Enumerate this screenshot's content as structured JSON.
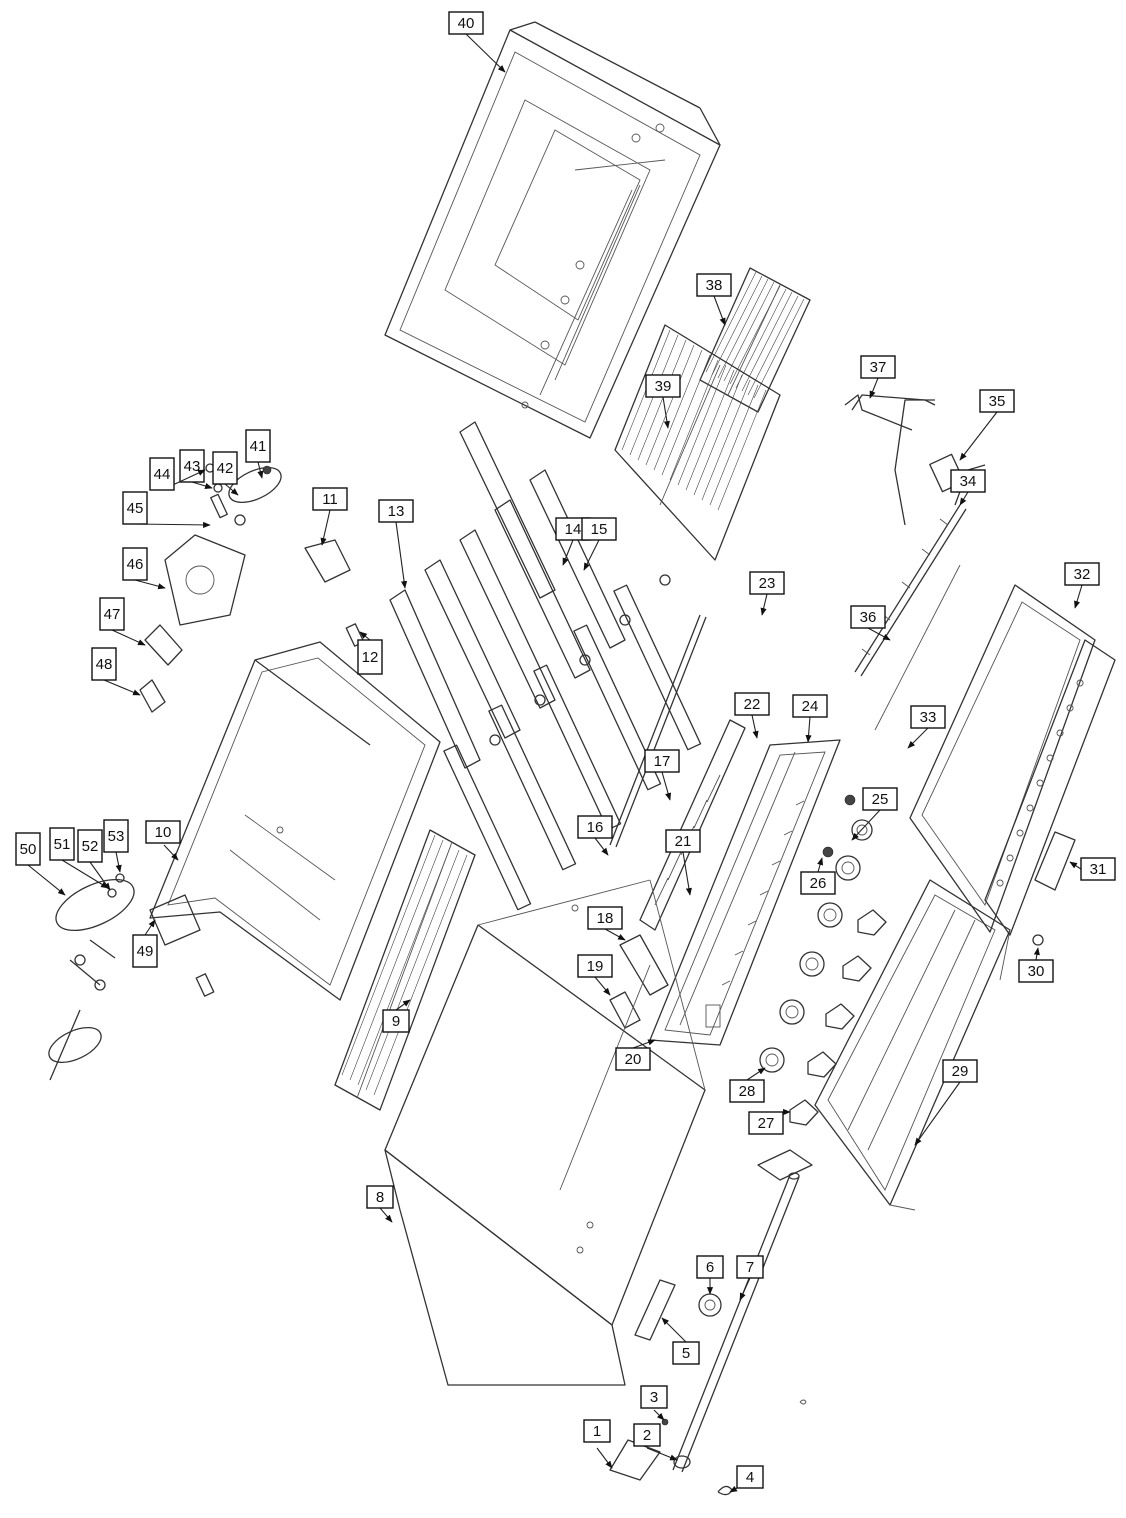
{
  "callouts": [
    "1",
    "2",
    "3",
    "4",
    "5",
    "6",
    "7",
    "8",
    "9",
    "10",
    "11",
    "12",
    "13",
    "14",
    "15",
    "16",
    "17",
    "18",
    "19",
    "20",
    "21",
    "22",
    "23",
    "24",
    "25",
    "26",
    "27",
    "28",
    "29",
    "30",
    "31",
    "32",
    "33",
    "34",
    "35",
    "36",
    "37",
    "38",
    "39",
    "40",
    "41",
    "42",
    "43",
    "44",
    "45",
    "46",
    "47",
    "48",
    "49",
    "50",
    "51",
    "52",
    "53"
  ],
  "colors": {
    "line": "#333333",
    "background": "#ffffff"
  }
}
